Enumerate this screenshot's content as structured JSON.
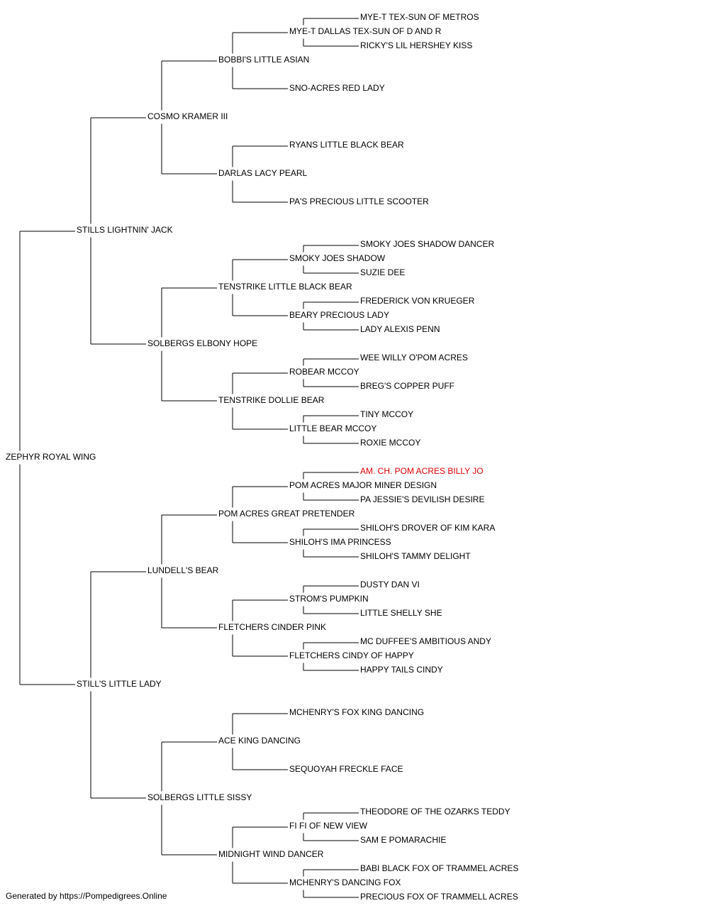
{
  "pedigree": {
    "name": "ZEPHYR ROYAL WING",
    "sire": {
      "name": "STILLS LIGHTNIN' JACK",
      "sire": {
        "name": "COSMO KRAMER III",
        "sire": {
          "name": "BOBBI'S LITTLE ASIAN",
          "sire": {
            "name": "MYE-T DALLAS TEX-SUN OF D AND R",
            "sire": {
              "name": "MYE-T TEX-SUN OF METROS"
            },
            "dam": {
              "name": "RICKY'S LIL HERSHEY KISS"
            }
          },
          "dam": {
            "name": "SNO-ACRES RED LADY"
          }
        },
        "dam": {
          "name": "DARLAS LACY PEARL",
          "sire": {
            "name": "RYANS LITTLE BLACK BEAR"
          },
          "dam": {
            "name": "PA'S PRECIOUS LITTLE SCOOTER"
          }
        }
      },
      "dam": {
        "name": "SOLBERGS ELBONY HOPE",
        "sire": {
          "name": "TENSTRIKE LITTLE BLACK BEAR",
          "sire": {
            "name": "SMOKY JOES SHADOW",
            "sire": {
              "name": "SMOKY JOES SHADOW DANCER"
            },
            "dam": {
              "name": "SUZIE DEE"
            }
          },
          "dam": {
            "name": "BEARY PRECIOUS LADY",
            "sire": {
              "name": "FREDERICK VON KRUEGER"
            },
            "dam": {
              "name": "LADY ALEXIS PENN"
            }
          }
        },
        "dam": {
          "name": "TENSTRIKE DOLLIE BEAR",
          "sire": {
            "name": "ROBEAR MCCOY",
            "sire": {
              "name": "WEE WILLY O'POM ACRES"
            },
            "dam": {
              "name": "BREG'S COPPER PUFF"
            }
          },
          "dam": {
            "name": "LITTLE BEAR MCCOY",
            "sire": {
              "name": "TINY MCCOY"
            },
            "dam": {
              "name": "ROXIE MCCOY"
            }
          }
        }
      }
    },
    "dam": {
      "name": "STILL'S LITTLE LADY",
      "sire": {
        "name": "LUNDELL'S BEAR",
        "sire": {
          "name": "POM ACRES GREAT PRETENDER",
          "sire": {
            "name": "POM ACRES MAJOR MINER DESIGN",
            "sire": {
              "name": "AM. CH. POM ACRES BILLY JO",
              "champion": true
            },
            "dam": {
              "name": "PA JESSIE'S DEVILISH DESIRE"
            }
          },
          "dam": {
            "name": "SHILOH'S IMA PRINCESS",
            "sire": {
              "name": "SHILOH'S DROVER OF KIM KARA"
            },
            "dam": {
              "name": "SHILOH'S TAMMY DELIGHT"
            }
          }
        },
        "dam": {
          "name": "FLETCHERS CINDER PINK",
          "sire": {
            "name": "STROM'S PUMPKIN",
            "sire": {
              "name": "DUSTY DAN VI"
            },
            "dam": {
              "name": "LITTLE SHELLY SHE"
            }
          },
          "dam": {
            "name": "FLETCHERS CINDY OF HAPPY",
            "sire": {
              "name": "MC DUFFEE'S AMBITIOUS ANDY"
            },
            "dam": {
              "name": "HAPPY TAILS CINDY"
            }
          }
        }
      },
      "dam": {
        "name": "SOLBERGS LITTLE SISSY",
        "sire": {
          "name": "ACE KING DANCING",
          "sire": {
            "name": "MCHENRY'S FOX KING DANCING"
          },
          "dam": {
            "name": "SEQUOYAH FRECKLE FACE"
          }
        },
        "dam": {
          "name": "MIDNIGHT WIND DANCER",
          "sire": {
            "name": "FI FI OF NEW VIEW",
            "sire": {
              "name": "THEODORE OF THE OZARKS TEDDY"
            },
            "dam": {
              "name": "SAM E POMARACHIE"
            }
          },
          "dam": {
            "name": "MCHENRY'S DANCING FOX",
            "sire": {
              "name": "BABI BLACK FOX OF TRAMMEL ACRES"
            },
            "dam": {
              "name": "PRECIOUS FOX OF TRAMMELL ACRES"
            }
          }
        }
      }
    }
  },
  "colors": {
    "text": "#000000",
    "line": "#000000",
    "champion": "#dd0000"
  },
  "footer": "Generated by https://Pompedigrees.Online"
}
